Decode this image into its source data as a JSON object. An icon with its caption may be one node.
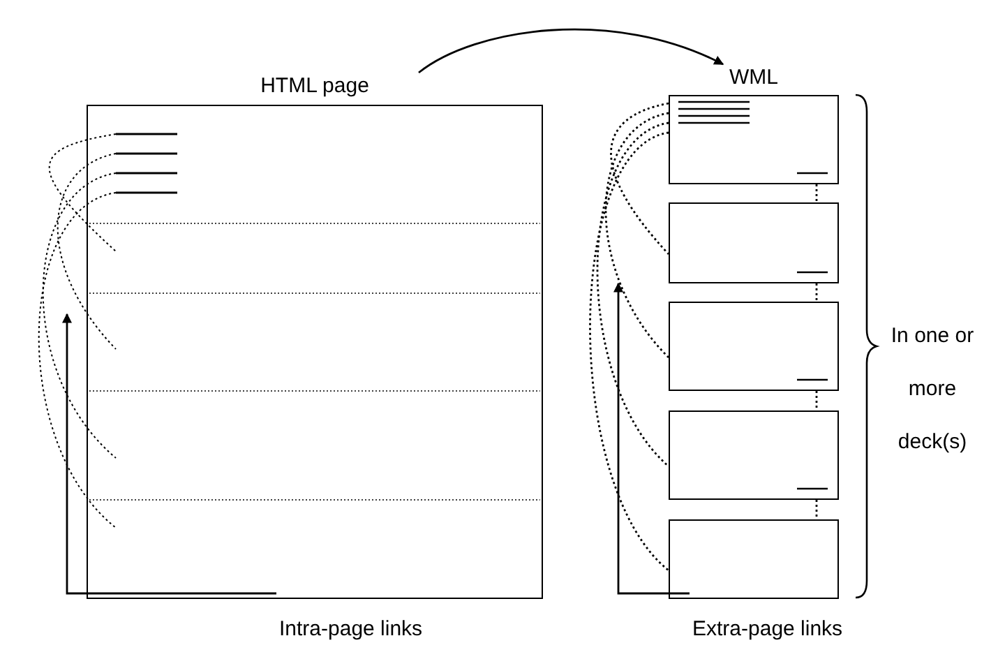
{
  "diagram": {
    "nodes": [
      {
        "text": [
          "HTML page"
        ]
      },
      {
        "text": [
          "WML"
        ]
      },
      {
        "text": [],
        "shape": "box"
      },
      {
        "text": [],
        "shape": "box"
      },
      {
        "text": [],
        "shape": "box"
      },
      {
        "text": [],
        "shape": "box"
      },
      {
        "text": [
          "Intra-page links"
        ]
      },
      {
        "text": [
          "Extra-page links"
        ]
      }
    ],
    "edges": [
      {
        "from": 0,
        "to": 1,
        "arrow": "to"
      },
      {
        "from": 6,
        "to": 0,
        "arrow": "to"
      },
      {
        "from": 7,
        "to": null,
        "arrow": "to"
      },
      {
        "from": 1,
        "to": 2,
        "arrow": "none",
        "style": "dashed"
      },
      {
        "from": 1,
        "to": 3,
        "arrow": "none",
        "style": "dashed"
      },
      {
        "from": 1,
        "to": 4,
        "arrow": "none",
        "style": "dashed"
      },
      {
        "from": 1,
        "to": 5,
        "arrow": "none",
        "style": "dashed"
      },
      {
        "from": 1,
        "to": 2,
        "arrow": "none",
        "style": "dashed"
      },
      {
        "from": 2,
        "to": 3,
        "arrow": "none",
        "style": "dashed"
      },
      {
        "from": 3,
        "to": 4,
        "arrow": "none",
        "style": "dashed"
      },
      {
        "from": 4,
        "to": 5,
        "arrow": "none",
        "style": "dashed"
      }
    ],
    "labels": [
      "In one or more deck(s)"
    ]
  }
}
